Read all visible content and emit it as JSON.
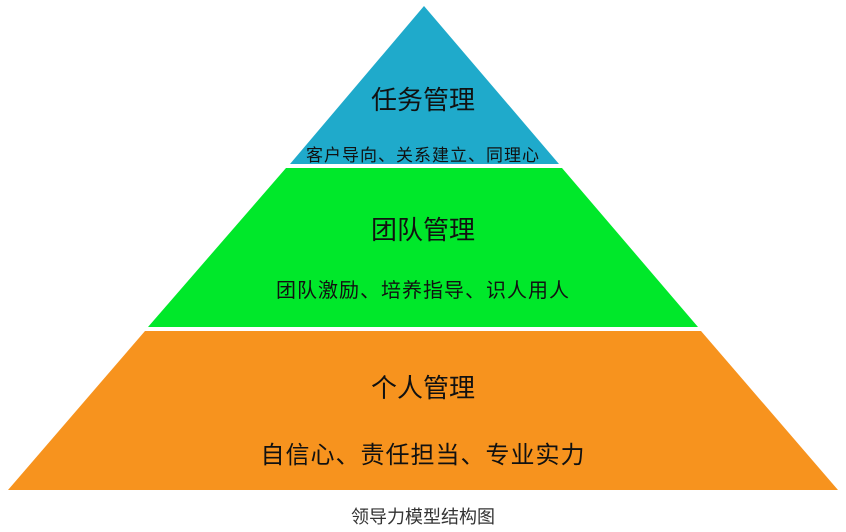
{
  "colors": {
    "top": "#1FAACB",
    "middle": "#00E82A",
    "bottom": "#F7931E"
  },
  "levels": [
    {
      "title": "任务管理",
      "subtitle": "客户导向、关系建立、同理心"
    },
    {
      "title": "团队管理",
      "subtitle": "团队激励、培养指导、识人用人"
    },
    {
      "title": "个人管理",
      "subtitle": "自信心、责任担当、专业实力"
    }
  ],
  "caption": "领导力模型结构图"
}
